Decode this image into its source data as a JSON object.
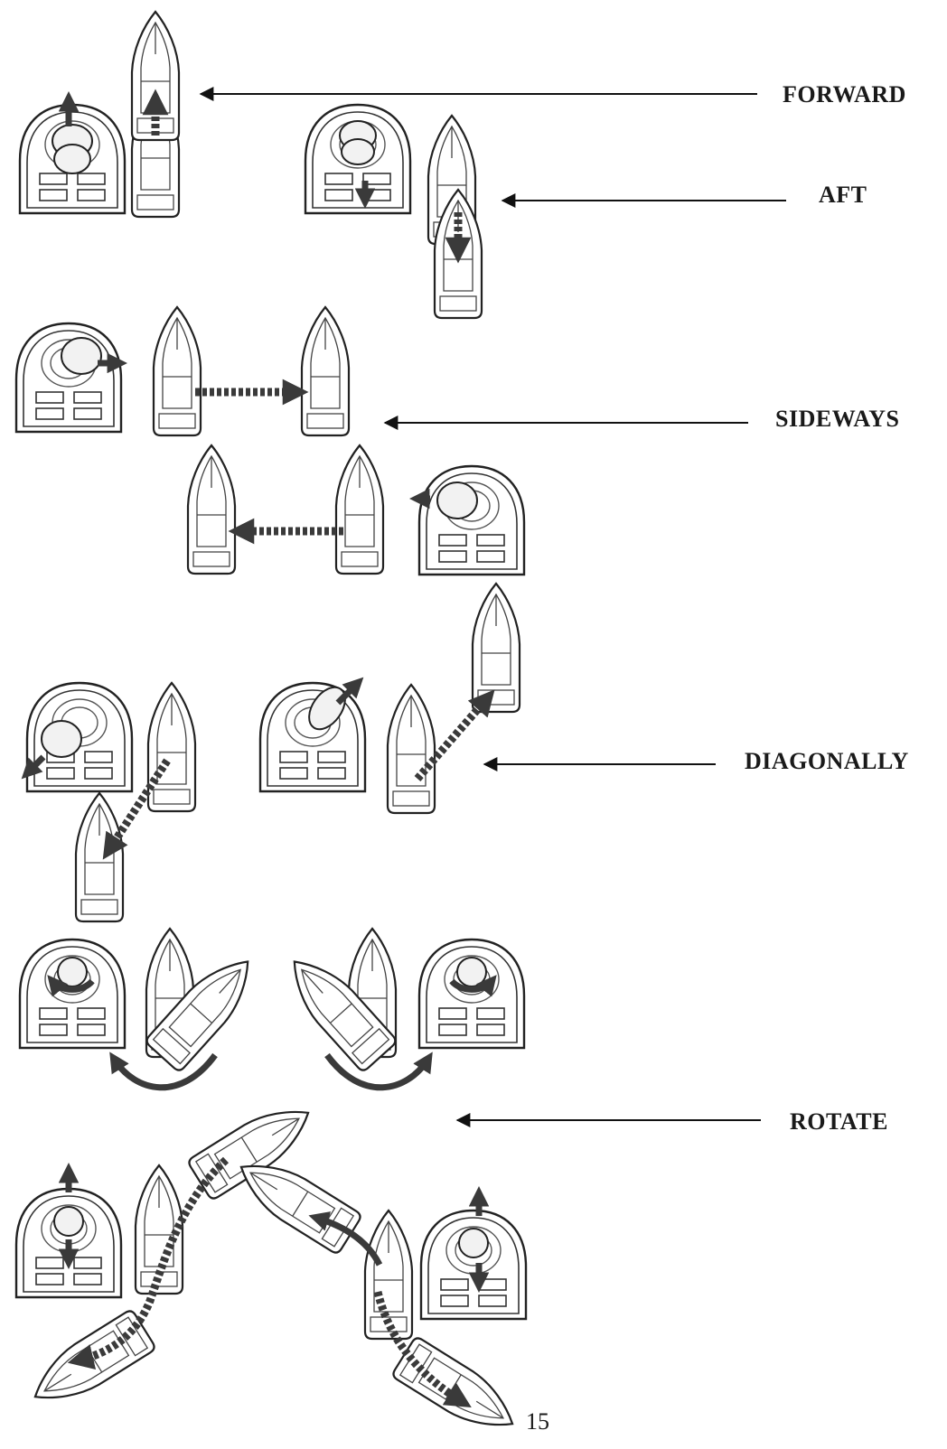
{
  "labels": {
    "forward": "FORWARD",
    "aft": "AFT",
    "sideways": "SIDEWAYS",
    "diagonally": "DIAGONALLY",
    "rotate": "ROTATE"
  },
  "page_number": "15",
  "icons": [
    "joystick-control-icon",
    "boat-icon",
    "motion-arrow-icon",
    "leader-arrow-icon"
  ],
  "colors": {
    "ink": "#222222",
    "motion_arrow": "#3a3a3a",
    "background": "#ffffff"
  }
}
